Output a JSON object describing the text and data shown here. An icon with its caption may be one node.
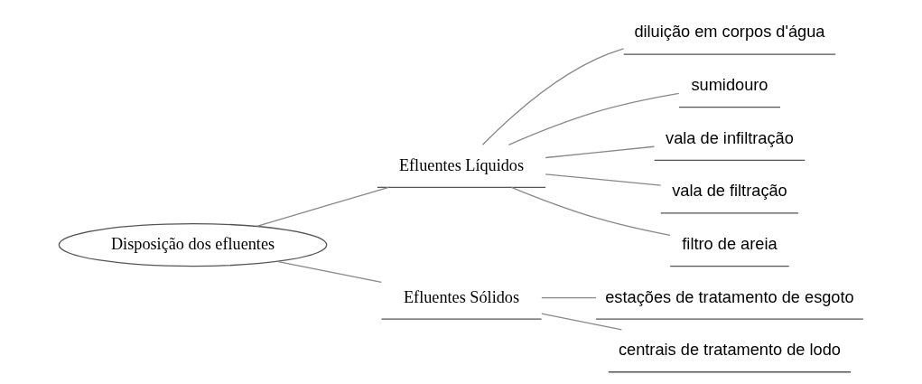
{
  "diagram": {
    "nodes": [
      {
        "text": [
          "Disposição dos efluentes"
        ]
      },
      {
        "text": [
          "Efluentes Líquidos"
        ]
      },
      {
        "text": [
          "diluição em corpos d'água"
        ]
      },
      {
        "text": [
          "sumidouro"
        ]
      },
      {
        "text": [
          "vala de infiltração"
        ]
      },
      {
        "text": [
          "vala de filtração"
        ]
      },
      {
        "text": [
          "filtro de areia"
        ]
      },
      {
        "text": [
          "Efluentes Sólidos"
        ]
      },
      {
        "text": [
          "estações de tratamento de esgoto"
        ]
      },
      {
        "text": [
          "centrais de tratamento de lodo"
        ]
      }
    ],
    "edges": [
      {
        "from": 0,
        "to": 1,
        "arrow": "none"
      },
      {
        "from": 1,
        "to": 2,
        "arrow": "none"
      },
      {
        "from": 1,
        "to": 3,
        "arrow": "none"
      },
      {
        "from": 1,
        "to": 4,
        "arrow": "none"
      },
      {
        "from": 1,
        "to": 5,
        "arrow": "none"
      },
      {
        "from": 1,
        "to": 6,
        "arrow": "none"
      },
      {
        "from": 0,
        "to": 7,
        "arrow": "none"
      },
      {
        "from": 7,
        "to": 8,
        "arrow": "none"
      },
      {
        "from": 7,
        "to": 9,
        "arrow": "none"
      }
    ]
  }
}
